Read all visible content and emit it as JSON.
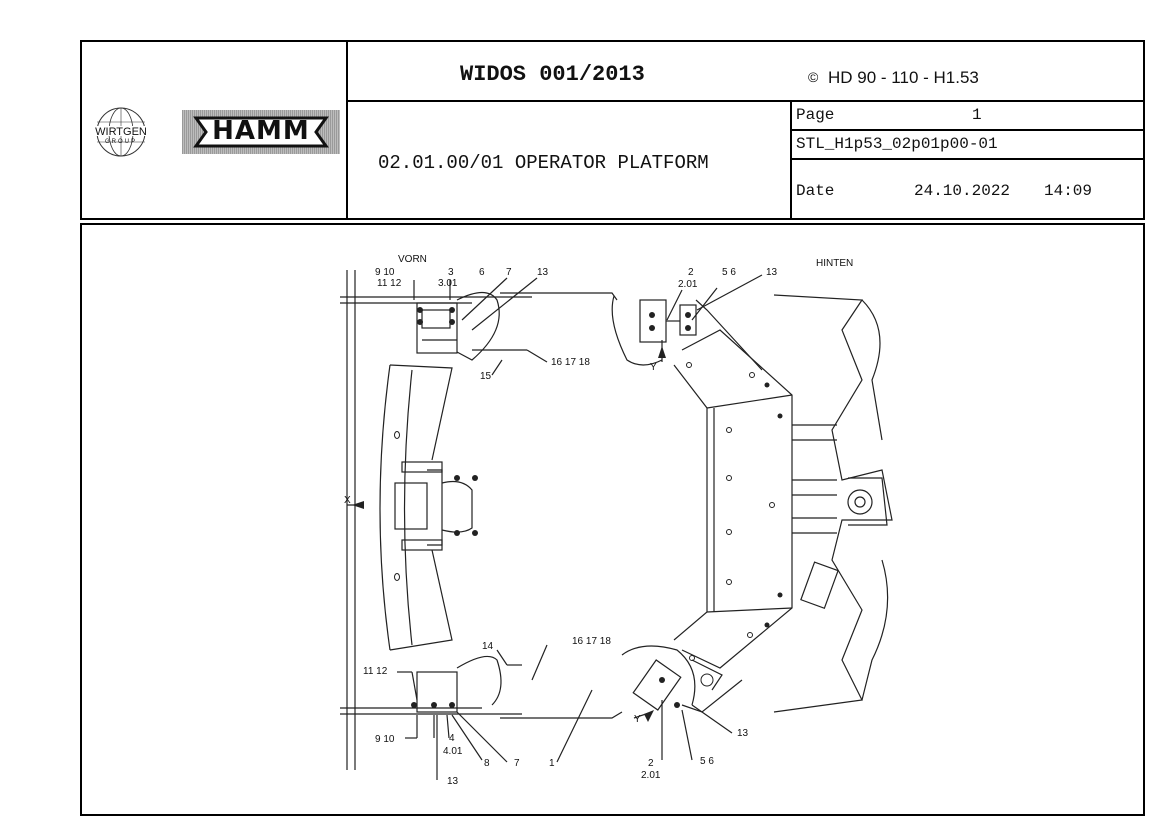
{
  "header": {
    "doc_id": "WIDOS 001/2013",
    "copyright_symbol": "©",
    "model": "HD 90 - 110 - H1.53",
    "title": "02.01.00/01 OPERATOR PLATFORM",
    "page_label": "Page",
    "page_number": "1",
    "file_code": "STL_H1p53_02p01p00-01",
    "date_label": "Date",
    "date_value": "24.10.2022",
    "time_value": "14:09"
  },
  "logos": {
    "wirtgen_line1": "WIRTGEN",
    "wirtgen_line2": "GROUP",
    "hamm": "HAMM"
  },
  "drawing": {
    "labels": {
      "vorn": "VORN",
      "hinten": "HINTEN",
      "x_axis": "X",
      "y_top": "Y",
      "y_bottom": "Y",
      "c_9_10_top": "9  10",
      "c_11_12_top": "11  12",
      "c_3": "3",
      "c_301": "3.01",
      "c_6_top": "6",
      "c_7_top": "7",
      "c_13_topleft": "13",
      "c_2_top": "2",
      "c_201_top": "2.01",
      "c_5_6_top": "5  6",
      "c_13_topright": "13",
      "c_15": "15",
      "c_161718_top": "16  17  18",
      "c_14": "14",
      "c_161718_bottom": "16  17  18",
      "c_11_12_bottom": "11  12",
      "c_9_10_bottom": "9   10",
      "c_4": "4",
      "c_401": "4.01",
      "c_8": "8",
      "c_7_bottom": "7",
      "c_13_bottomleft": "13",
      "c_1": "1",
      "c_2_bottom": "2",
      "c_201_bottom": "2.01",
      "c_5_6_bottom": "5   6",
      "c_13_bottomright": "13"
    }
  }
}
